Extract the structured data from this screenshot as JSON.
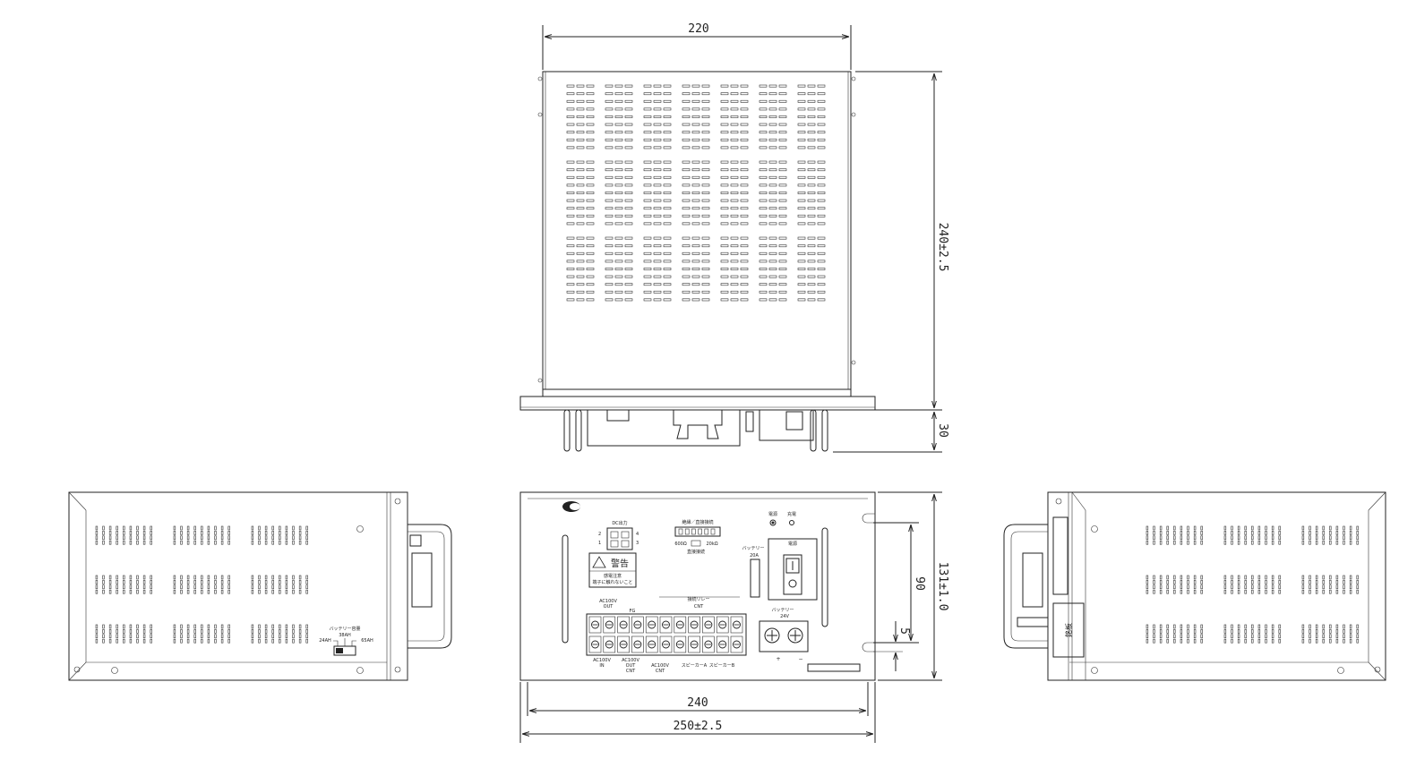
{
  "dimensions": {
    "top_width": "220",
    "top_height": "240±2.5",
    "top_offset": "30",
    "front_height": "131±1.0",
    "front_inner_height": "90",
    "front_small": "5",
    "front_width_inner": "240",
    "front_width_total": "250±2.5"
  },
  "front_panel": {
    "dc_label": "DC出力",
    "dc_pin_2": "2",
    "dc_pin_1": "1",
    "dc_pin_4": "4",
    "dc_pin_3": "3",
    "warning_title": "警告",
    "warning_line1": "感電注意",
    "warning_line2": "端子に触れないこと",
    "sw_top_label": "絶縁／直接接続",
    "sw_left": "600Ω",
    "sw_right": "20kΩ",
    "sw_bottom": "直接接続",
    "lamp_left": "電源",
    "lamp_right": "充電",
    "fuse_label": "バッテリー",
    "fuse_value": "20A",
    "power_label": "電源",
    "ac_out_label": "AC100V",
    "ac_out_label2": "OUT",
    "fg_label": "FG",
    "relay_label": "接続リレー",
    "cnt_label": "CNT",
    "battery_label": "バッテリー",
    "battery_voltage": "24V",
    "plus": "+",
    "minus": "−",
    "bottom_ac_in": "AC100V",
    "bottom_in": "IN",
    "bottom_ac_out": "AC100V",
    "bottom_out": "OUT",
    "bottom_cnt": "CNT",
    "bottom_ac_cnt": "AC100V",
    "bottom_cnt2": "CNT",
    "speaker_a": "スピーカーA",
    "speaker_b": "スピーカーB"
  },
  "left_panel": {
    "selector_title": "バッテリー容量",
    "selector_mid": "38AH",
    "selector_left": "24AH",
    "selector_right": "65AH"
  },
  "right_panel": {
    "label": "銘板"
  }
}
